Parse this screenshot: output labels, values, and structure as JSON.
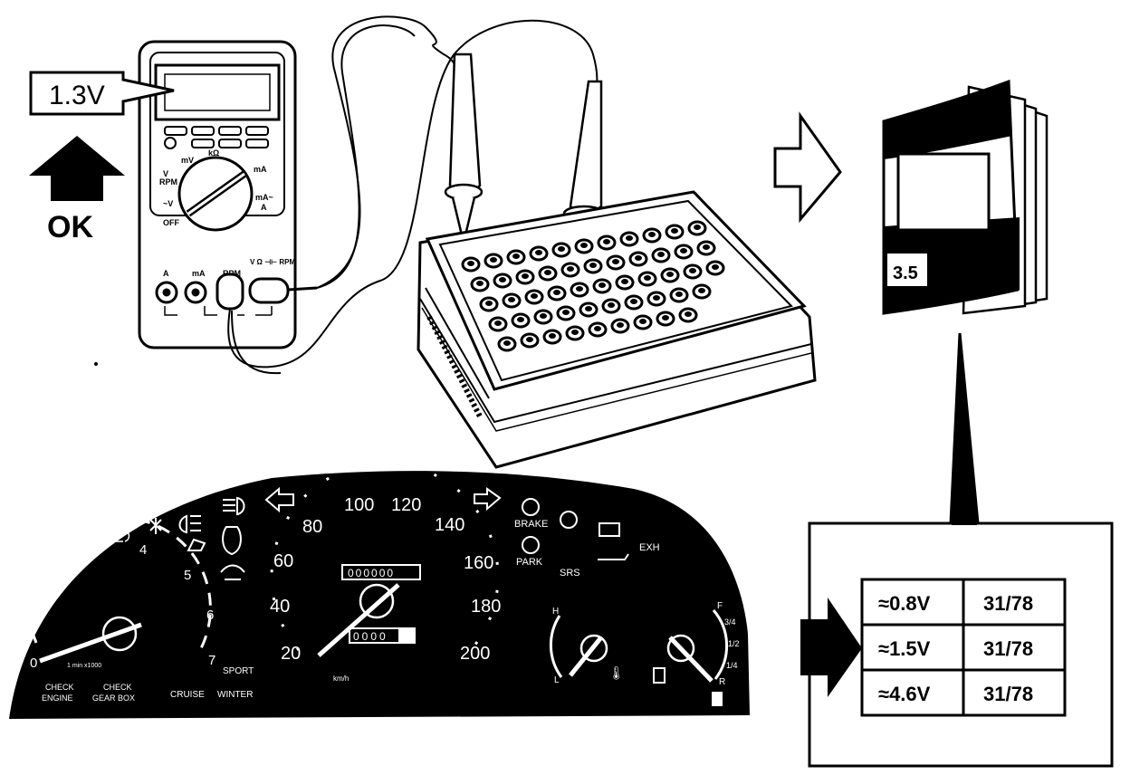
{
  "multimeter": {
    "reading": "1.3V",
    "status": "OK",
    "dial_labels": [
      "mV",
      "kΩ",
      "mA",
      "RPM",
      "V",
      "OFF",
      "mA~",
      "A",
      "~V"
    ],
    "jack_labels": [
      "A",
      "mA",
      "RPM",
      "V Ω ⊣⊢ RPM"
    ]
  },
  "manual": {
    "cover_label": "3.5"
  },
  "table": {
    "rows": [
      {
        "voltage": "≈0.8V",
        "code": "31/78"
      },
      {
        "voltage": "≈1.5V",
        "code": "31/78"
      },
      {
        "voltage": "≈4.6V",
        "code": "31/78"
      }
    ]
  },
  "cluster": {
    "tach_ticks": [
      "0",
      "1",
      "2",
      "3",
      "4",
      "5",
      "6",
      "7"
    ],
    "tach_unit": "1 min x1000",
    "speed_ticks": [
      "20",
      "40",
      "60",
      "80",
      "100",
      "120",
      "140",
      "160",
      "180",
      "200"
    ],
    "odometer": "000000",
    "trip": "0000",
    "speed_unit": "km/h",
    "warnings": [
      "BRAKE",
      "PARK",
      "SRS",
      "EXH",
      "SPORT",
      "CRUISE",
      "WINTER"
    ],
    "check_engine": [
      "CHECK",
      "ENGINE"
    ],
    "check_gearbox": [
      "CHECK",
      "GEAR BOX"
    ],
    "temp_labels": [
      "H",
      "L"
    ],
    "fuel_labels": [
      "F",
      "3/4",
      "1/2",
      "1/4",
      "R"
    ]
  },
  "colors": {
    "ink": "#000000",
    "paper": "#ffffff"
  }
}
